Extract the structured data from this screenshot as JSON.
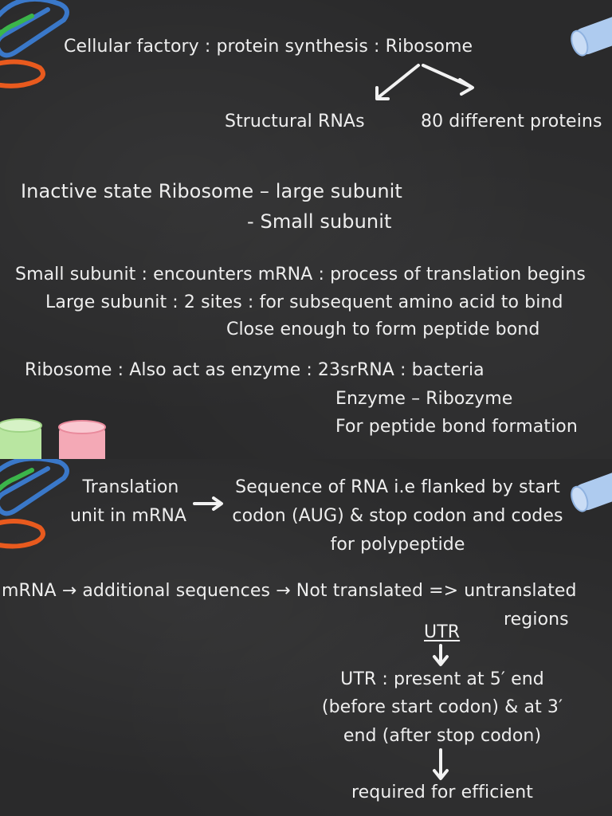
{
  "slide1": {
    "title": "Cellular factory : protein synthesis : Ribosome",
    "branch_left": "Structural RNAs",
    "branch_right": "80 different proteins",
    "inactive_line1": "Inactive state Ribosome – large subunit",
    "inactive_line2": "- Small subunit",
    "small_subunit_line": "Small subunit   : encounters mRNA  : process of translation begins",
    "large_subunit_line1": "Large subunit : 2 sites : for subsequent amino acid to bind",
    "large_subunit_line2": "Close enough to form peptide bond",
    "enzyme_line1": "Ribosome : Also act as enzyme : 23srRNA : bacteria",
    "enzyme_line2": "Enzyme – Ribozyme",
    "enzyme_line3": "For peptide bond formation"
  },
  "slide2": {
    "unit_line1": "Translation",
    "unit_line2": "unit in mRNA",
    "sequence_line1": "Sequence of RNA i.e flanked by start",
    "sequence_line2": "codon (AUG) & stop codon and codes",
    "sequence_line3": "for polypeptide",
    "mrna_line": "mRNA → additional sequences → Not translated => untranslated",
    "regions": "regions",
    "utr_label": "UTR",
    "utr_line1": "UTR : present at 5′ end",
    "utr_line2": "(before start codon) & at 3′",
    "utr_line3": "end (after stop codon)",
    "required_line": "required for efficient"
  },
  "colors": {
    "board": "#2a2a2b",
    "chalk": "#eeeeee",
    "clip_green": "#3bb54a",
    "clip_blue": "#3a78c9",
    "clip_orange": "#e85a1e",
    "chalk_blue": "#aecbef",
    "chalk_green": "#b9e6a1",
    "chalk_pink": "#f4a9b6"
  },
  "icons": [
    "paperclip-icon",
    "chalk-stick-icon",
    "arrow-icon"
  ]
}
